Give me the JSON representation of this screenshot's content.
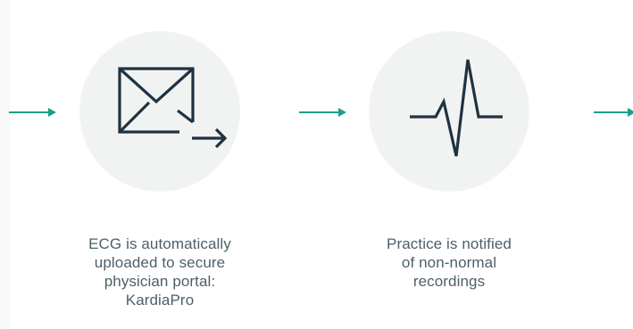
{
  "diagram": {
    "steps": [
      {
        "icon": "envelope-send-icon",
        "caption_lines": [
          "ECG is automatically",
          "uploaded to secure",
          "physician portal:",
          "KardiaPro"
        ]
      },
      {
        "icon": "heartbeat-pulse-icon",
        "caption_lines": [
          "Practice is notified",
          "of non-normal",
          "recordings"
        ]
      }
    ]
  },
  "colors": {
    "arrow": "#1a9f8c",
    "icon_stroke": "#1f3240",
    "circle_fill": "#f1f3f3",
    "caption_text": "#4d5f69"
  }
}
